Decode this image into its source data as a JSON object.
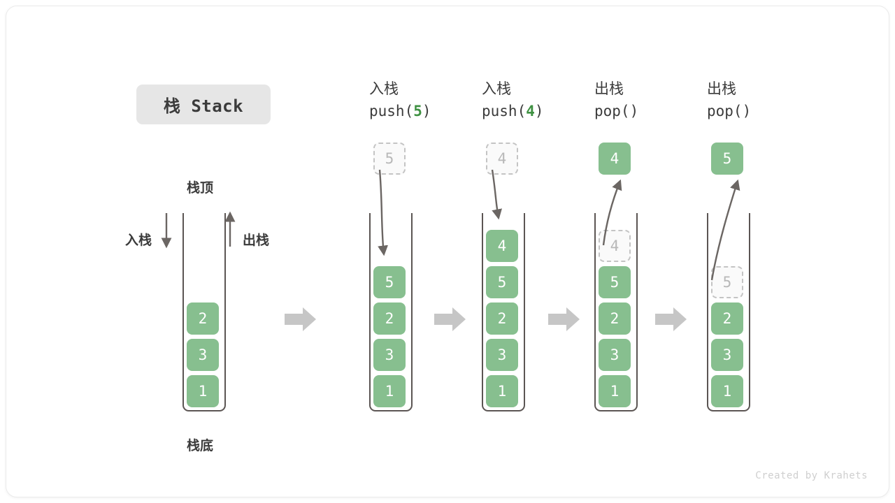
{
  "title_badge": {
    "text": "栈 Stack"
  },
  "footer": {
    "text": "Created by Krahets"
  },
  "colors": {
    "box_green": "#87bf8f",
    "ghost_border": "#c4c4c4",
    "ghost_fill": "#fafafa",
    "frame": "#5b5553",
    "arrow_gray": "#c6c6c6",
    "curve_arrow": "#6b6663",
    "badge_bg": "#e6e6e6",
    "accent_text_green": "#3f9142",
    "footer_text": "#cfcfcf"
  },
  "base_stack": {
    "top_label": "栈顶",
    "bottom_label": "栈底",
    "push_label": "入栈",
    "pop_label": "出栈",
    "items": [
      "2",
      "3",
      "1"
    ]
  },
  "steps": [
    {
      "header_cn": "入栈",
      "header_code_prefix": "push(",
      "header_code_value": "5",
      "header_code_suffix": ")",
      "operation": "push",
      "floating_box": {
        "value": "5",
        "style": "ghost"
      },
      "stack_items": [
        {
          "value": "5",
          "style": "solid"
        },
        {
          "value": "2",
          "style": "solid"
        },
        {
          "value": "3",
          "style": "solid"
        },
        {
          "value": "1",
          "style": "solid"
        }
      ]
    },
    {
      "header_cn": "入栈",
      "header_code_prefix": "push(",
      "header_code_value": "4",
      "header_code_suffix": ")",
      "operation": "push",
      "floating_box": {
        "value": "4",
        "style": "ghost"
      },
      "stack_items": [
        {
          "value": "4",
          "style": "solid"
        },
        {
          "value": "5",
          "style": "solid"
        },
        {
          "value": "2",
          "style": "solid"
        },
        {
          "value": "3",
          "style": "solid"
        },
        {
          "value": "1",
          "style": "solid"
        }
      ]
    },
    {
      "header_cn": "出栈",
      "header_code_prefix": "pop(",
      "header_code_value": "",
      "header_code_suffix": ")",
      "operation": "pop",
      "floating_box": {
        "value": "4",
        "style": "solid"
      },
      "stack_items": [
        {
          "value": "4",
          "style": "ghost"
        },
        {
          "value": "5",
          "style": "solid"
        },
        {
          "value": "2",
          "style": "solid"
        },
        {
          "value": "3",
          "style": "solid"
        },
        {
          "value": "1",
          "style": "solid"
        }
      ]
    },
    {
      "header_cn": "出栈",
      "header_code_prefix": "pop(",
      "header_code_value": "",
      "header_code_suffix": ")",
      "operation": "pop",
      "floating_box": {
        "value": "5",
        "style": "solid"
      },
      "stack_items": [
        {
          "value": "5",
          "style": "ghost"
        },
        {
          "value": "2",
          "style": "solid"
        },
        {
          "value": "3",
          "style": "solid"
        },
        {
          "value": "1",
          "style": "solid"
        }
      ]
    }
  ],
  "separators": [
    "arrow-right-icon",
    "arrow-right-icon",
    "arrow-right-icon",
    "arrow-right-icon"
  ]
}
